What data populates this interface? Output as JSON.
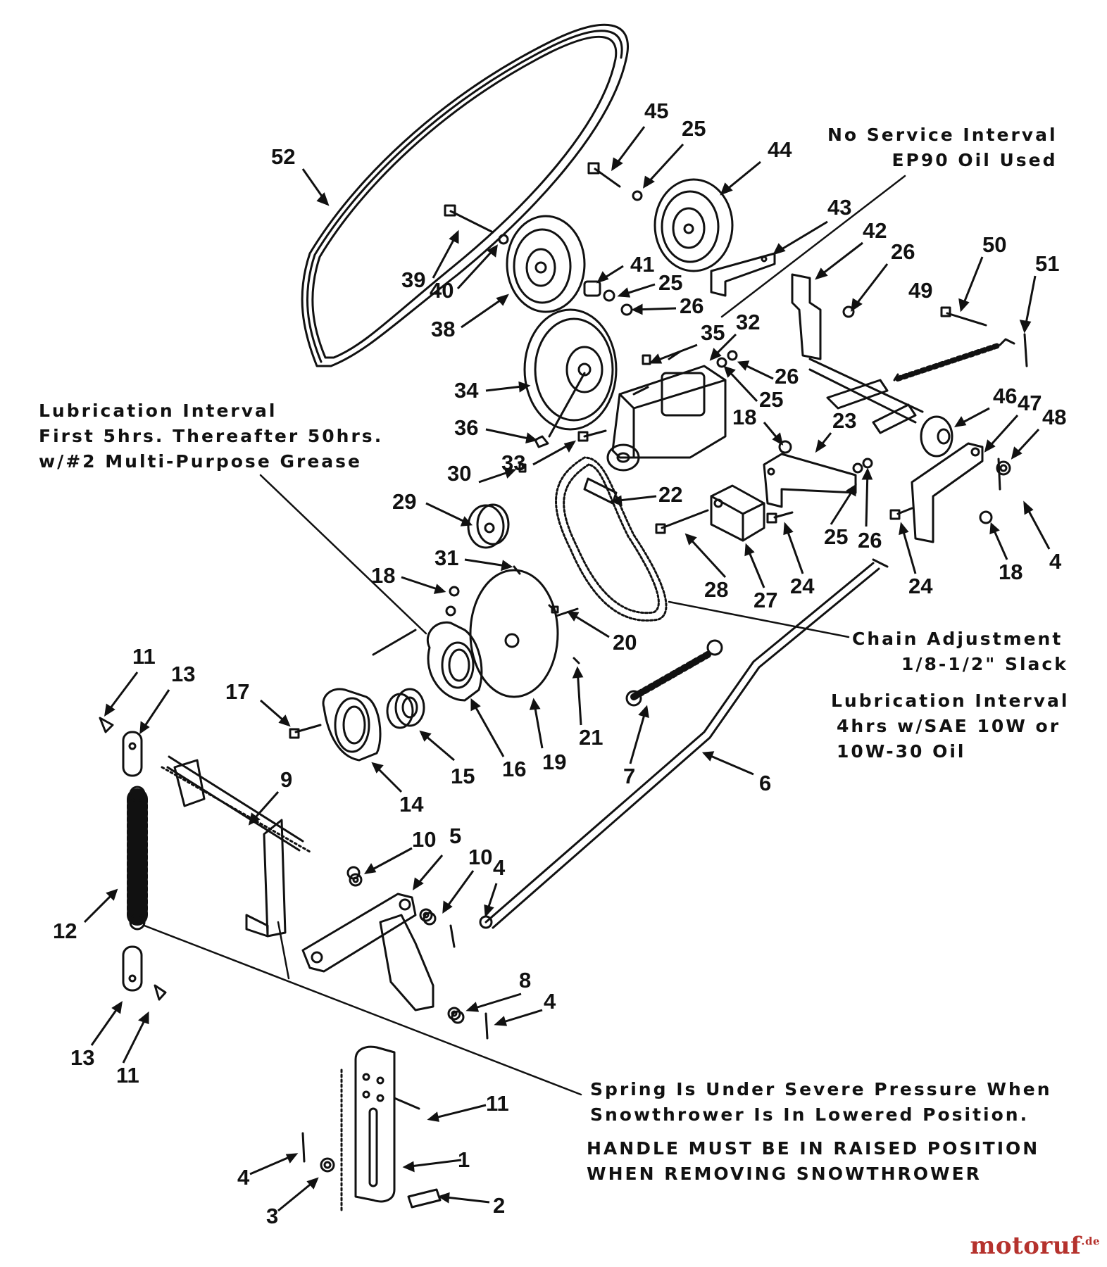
{
  "diagram": {
    "callouts": [
      {
        "id": "c52",
        "label": "52"
      },
      {
        "id": "c45",
        "label": "45"
      },
      {
        "id": "c25a",
        "label": "25"
      },
      {
        "id": "c44",
        "label": "44"
      },
      {
        "id": "c43",
        "label": "43"
      },
      {
        "id": "c42",
        "label": "42"
      },
      {
        "id": "c26a",
        "label": "26"
      },
      {
        "id": "c50",
        "label": "50"
      },
      {
        "id": "c51",
        "label": "51"
      },
      {
        "id": "c39",
        "label": "39"
      },
      {
        "id": "c40",
        "label": "40"
      },
      {
        "id": "c41",
        "label": "41"
      },
      {
        "id": "c25b",
        "label": "25"
      },
      {
        "id": "c26b",
        "label": "26"
      },
      {
        "id": "c38",
        "label": "38"
      },
      {
        "id": "c32",
        "label": "32"
      },
      {
        "id": "c49",
        "label": "49"
      },
      {
        "id": "c35",
        "label": "35"
      },
      {
        "id": "c26c",
        "label": "26"
      },
      {
        "id": "c25c",
        "label": "25"
      },
      {
        "id": "c34",
        "label": "34"
      },
      {
        "id": "c36",
        "label": "36"
      },
      {
        "id": "c33",
        "label": "33"
      },
      {
        "id": "c18a",
        "label": "18"
      },
      {
        "id": "c23",
        "label": "23"
      },
      {
        "id": "c46",
        "label": "46"
      },
      {
        "id": "c47",
        "label": "47"
      },
      {
        "id": "c48",
        "label": "48"
      },
      {
        "id": "c30",
        "label": "30"
      },
      {
        "id": "c29",
        "label": "29"
      },
      {
        "id": "c22",
        "label": "22"
      },
      {
        "id": "c31",
        "label": "31"
      },
      {
        "id": "c25d",
        "label": "25"
      },
      {
        "id": "c26d",
        "label": "26"
      },
      {
        "id": "c28",
        "label": "28"
      },
      {
        "id": "c27",
        "label": "27"
      },
      {
        "id": "c24a",
        "label": "24"
      },
      {
        "id": "c24b",
        "label": "24"
      },
      {
        "id": "c18b",
        "label": "18"
      },
      {
        "id": "c4a",
        "label": "4"
      },
      {
        "id": "c18c",
        "label": "18"
      },
      {
        "id": "c20",
        "label": "20"
      },
      {
        "id": "c11a",
        "label": "11"
      },
      {
        "id": "c13a",
        "label": "13"
      },
      {
        "id": "c17",
        "label": "17"
      },
      {
        "id": "c16",
        "label": "16"
      },
      {
        "id": "c19",
        "label": "19"
      },
      {
        "id": "c21",
        "label": "21"
      },
      {
        "id": "c15",
        "label": "15"
      },
      {
        "id": "c14",
        "label": "14"
      },
      {
        "id": "c7",
        "label": "7"
      },
      {
        "id": "c6",
        "label": "6"
      },
      {
        "id": "c9",
        "label": "9"
      },
      {
        "id": "c10a",
        "label": "10"
      },
      {
        "id": "c5",
        "label": "5"
      },
      {
        "id": "c10b",
        "label": "10"
      },
      {
        "id": "c4b",
        "label": "4"
      },
      {
        "id": "c12",
        "label": "12"
      },
      {
        "id": "c8",
        "label": "8"
      },
      {
        "id": "c4c",
        "label": "4"
      },
      {
        "id": "c13b",
        "label": "13"
      },
      {
        "id": "c11b",
        "label": "11"
      },
      {
        "id": "c11c",
        "label": "11"
      },
      {
        "id": "c1",
        "label": "1"
      },
      {
        "id": "c4d",
        "label": "4"
      },
      {
        "id": "c3",
        "label": "3"
      },
      {
        "id": "c2",
        "label": "2"
      }
    ]
  },
  "notes": {
    "service": [
      "No Service Interval",
      "EP90 Oil Used"
    ],
    "grease": [
      "Lubrication Interval",
      "First 5hrs. Thereafter 50hrs.",
      "w/#2 Multi-Purpose Grease"
    ],
    "chain": [
      "Chain Adjustment",
      "1/8-1/2\" Slack"
    ],
    "oil": [
      "Lubrication Interval",
      "4hrs w/SAE 10W or",
      "10W-30 Oil"
    ],
    "spring": [
      "Spring Is Under Severe Pressure When",
      "Snowthrower Is In Lowered Position."
    ],
    "handle": [
      "HANDLE MUST BE IN RAISED POSITION",
      "WHEN REMOVING SNOWTHROWER"
    ]
  },
  "watermark": {
    "name": "motoruf",
    "suffix": ".de"
  }
}
